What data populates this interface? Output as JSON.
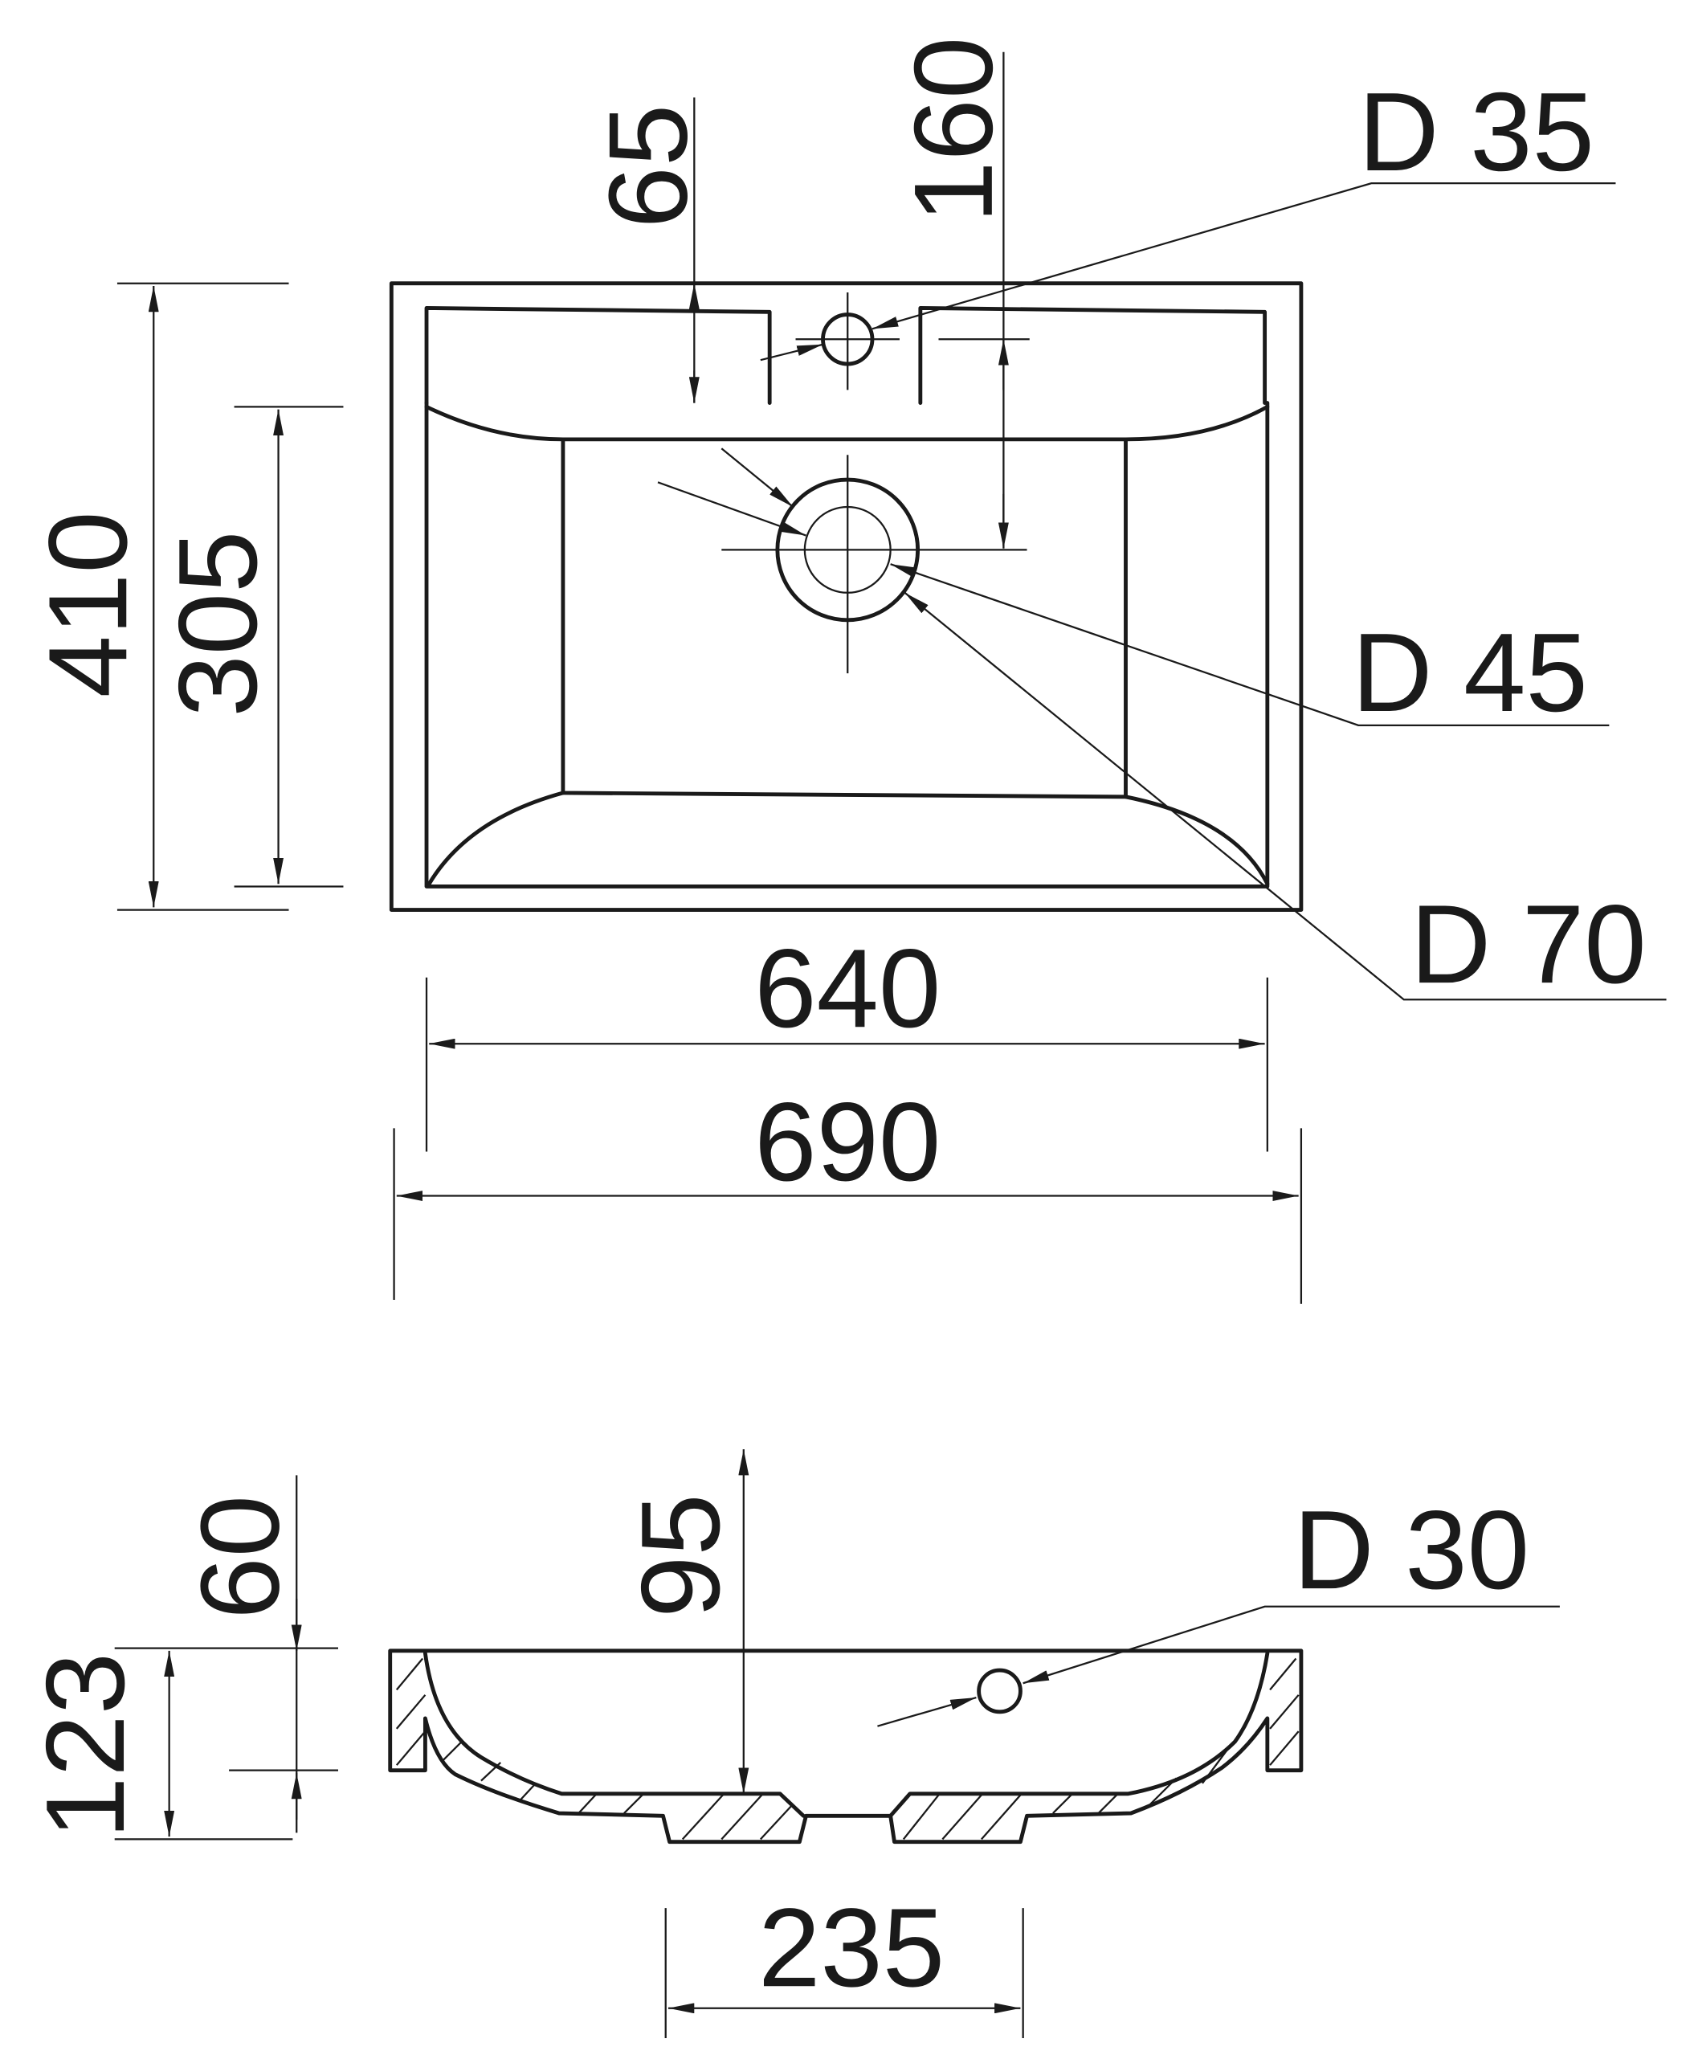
{
  "drawing": {
    "top_view": {
      "dimensions": {
        "tap_deck_depth": "65",
        "tap_hole_offset": "160",
        "tap_hole_diameter": "D 35",
        "overall_depth": "410",
        "bowl_depth": "305",
        "drain_inner_diameter": "D 45",
        "drain_outer_diameter": "D 70",
        "inner_width": "640",
        "overall_width": "690"
      }
    },
    "section_view": {
      "dimensions": {
        "rim_height": "60",
        "bowl_height": "95",
        "overflow_diameter": "D 30",
        "overall_height": "123",
        "base_width": "235"
      }
    },
    "colors": {
      "line": "#1a1a1a",
      "background": "#ffffff"
    }
  }
}
